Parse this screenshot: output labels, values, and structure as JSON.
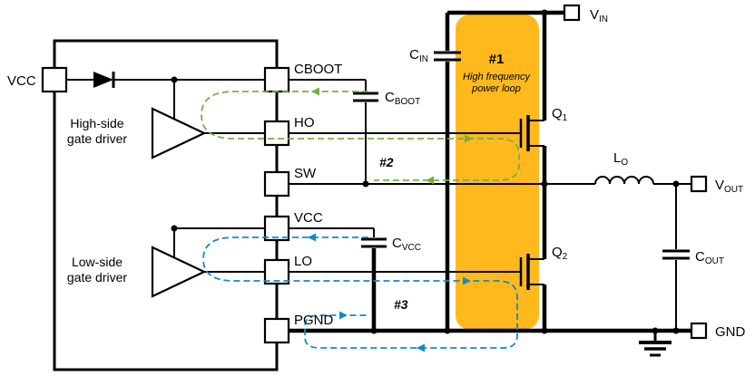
{
  "ic": {
    "vcc_in_label": "VCC",
    "high_side_driver": {
      "line1": "High-side",
      "line2": "gate driver"
    },
    "low_side_driver": {
      "line1": "Low-side",
      "line2": "gate driver"
    },
    "pins": {
      "cboot": "CBOOT",
      "ho": "HO",
      "sw": "SW",
      "vcc": "VCC",
      "lo": "LO",
      "pgnd": "PGND"
    }
  },
  "components": {
    "c_in": {
      "base": "C",
      "sub": "IN"
    },
    "c_boot": {
      "base": "C",
      "sub": "BOOT"
    },
    "c_vcc": {
      "base": "C",
      "sub": "VCC"
    },
    "c_out": {
      "base": "C",
      "sub": "OUT"
    },
    "l_o": {
      "base": "L",
      "sub": "O"
    },
    "q1": {
      "base": "Q",
      "sub": "1"
    },
    "q2": {
      "base": "Q",
      "sub": "2"
    }
  },
  "terminals": {
    "v_in": {
      "base": "V",
      "sub": "IN"
    },
    "v_out": {
      "base": "V",
      "sub": "OUT"
    },
    "gnd": "GND"
  },
  "loops": {
    "loop1": {
      "label": "#1",
      "caption_line1": "High frequency",
      "caption_line2": "power loop",
      "text_color": "#FF0000",
      "highlight_color": "#FFB91D"
    },
    "loop2": {
      "label": "#2",
      "color": "#76B043"
    },
    "loop3": {
      "label": "#3",
      "color": "#1589CC"
    }
  }
}
